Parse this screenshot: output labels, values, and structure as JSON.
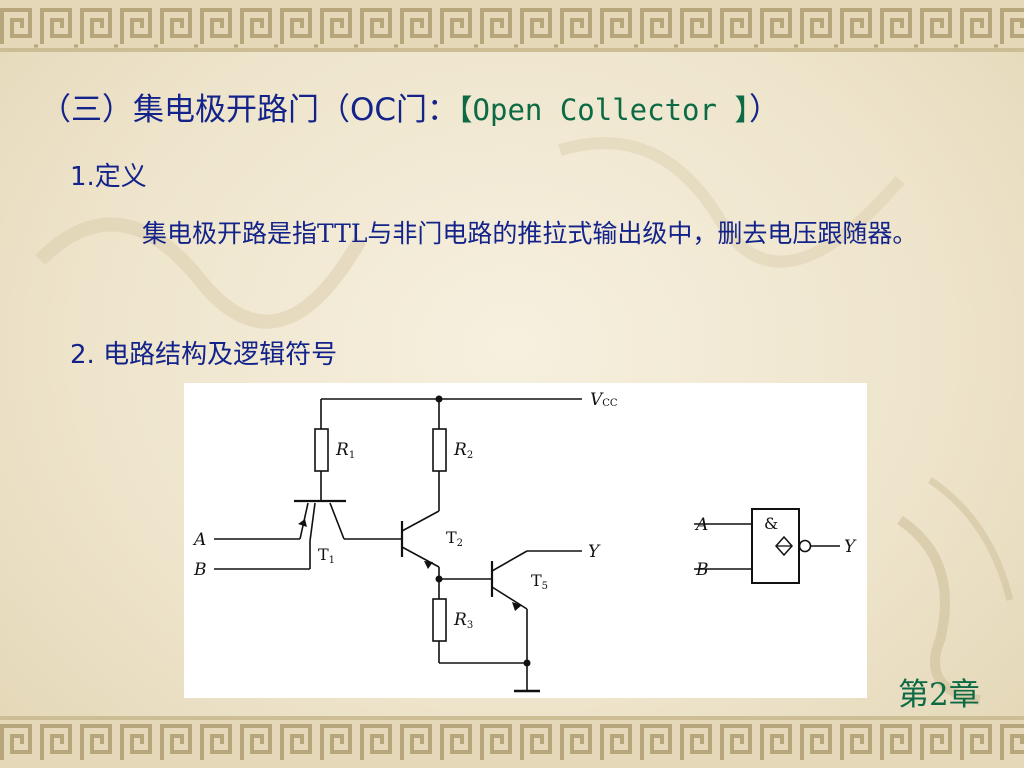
{
  "slide": {
    "title_prefix": "（三）集电极开路门（OC门：",
    "title_english": "【Open Collector 】",
    "title_suffix": "）",
    "section1_heading": "1.定义",
    "definition_text": "集电极开路是指TTL与非门电路的推拉式输出级中，删去电压跟随器。",
    "section2_heading": "2. 电路结构及逻辑符号",
    "footer": "第2章"
  },
  "diagram": {
    "vcc_label": "V",
    "vcc_sub": "CC",
    "r1_label": "R",
    "r1_sub": "1",
    "r2_label": "R",
    "r2_sub": "2",
    "r3_label": "R",
    "r3_sub": "3",
    "t1_label": "T",
    "t1_sub": "1",
    "t2_label": "T",
    "t2_sub": "2",
    "t5_label": "T",
    "t5_sub": "5",
    "input_a": "A",
    "input_b": "B",
    "output_y": "Y",
    "symbol_input_a": "A",
    "symbol_input_b": "B",
    "symbol_output_y": "Y",
    "symbol_function": "&"
  },
  "colors": {
    "heading_blue": "#13238a",
    "accent_green": "#0c6b44",
    "background": "#efe6cf"
  }
}
